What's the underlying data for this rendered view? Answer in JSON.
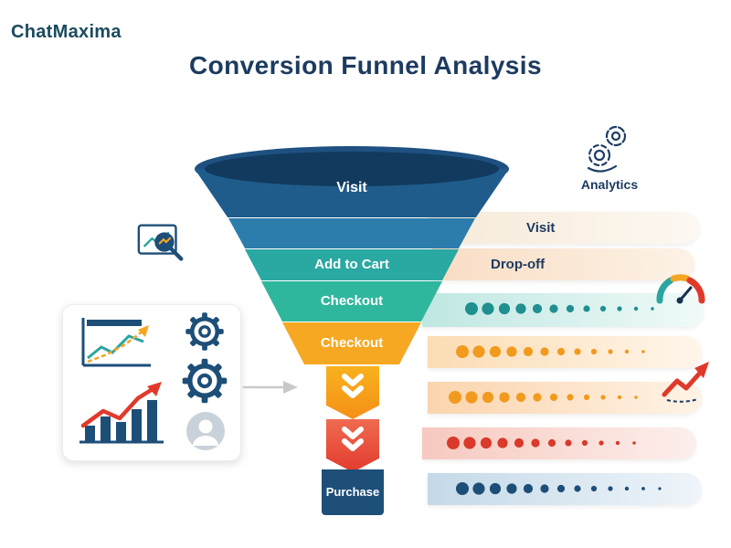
{
  "brand": {
    "name": "ChatMaxima"
  },
  "header": {
    "title": "Conversion Funnel Analysis"
  },
  "funnel": {
    "stages": [
      {
        "label": "Visit",
        "color": "#1f5c8c"
      },
      {
        "label": "",
        "color": "#2c7dab"
      },
      {
        "label": "Add to Cart",
        "color": "#2aa8a2"
      },
      {
        "label": "Checkout",
        "color": "#2fb79d"
      },
      {
        "label": "Checkout",
        "color": "#f7a823"
      },
      {
        "label": "",
        "color": "#f58f17"
      },
      {
        "label": "",
        "color": "#e23c2e"
      },
      {
        "label": "Purchase",
        "color": "#1d4f79"
      }
    ]
  },
  "bars": [
    {
      "label": "Visit",
      "dots": "none",
      "tint": "#f6ead9"
    },
    {
      "label": "Drop-off",
      "dots": "none",
      "tint": "#f9ddc4"
    },
    {
      "label": "",
      "dots": "#1f8f8f",
      "tint": "#bfe7e2"
    },
    {
      "label": "",
      "dots": "#f29a1e",
      "tint": "#fbdcb4"
    },
    {
      "label": "",
      "dots": "#f29a1e",
      "tint": "#fbd4ad"
    },
    {
      "label": "",
      "dots": "#d93a2b",
      "tint": "#f6c9bf"
    },
    {
      "label": "",
      "dots": "#1d4e78",
      "tint": "#c4d9e8"
    }
  ],
  "right": {
    "analytics_label": "Analytics"
  },
  "palette": {
    "navy": "#1d4f79",
    "blue": "#2c7dab",
    "teal": "#2aa8a2",
    "green_teal": "#2fb79d",
    "orange": "#f5a623",
    "red": "#e0392b",
    "gray_arrow": "#c9c9c9"
  }
}
